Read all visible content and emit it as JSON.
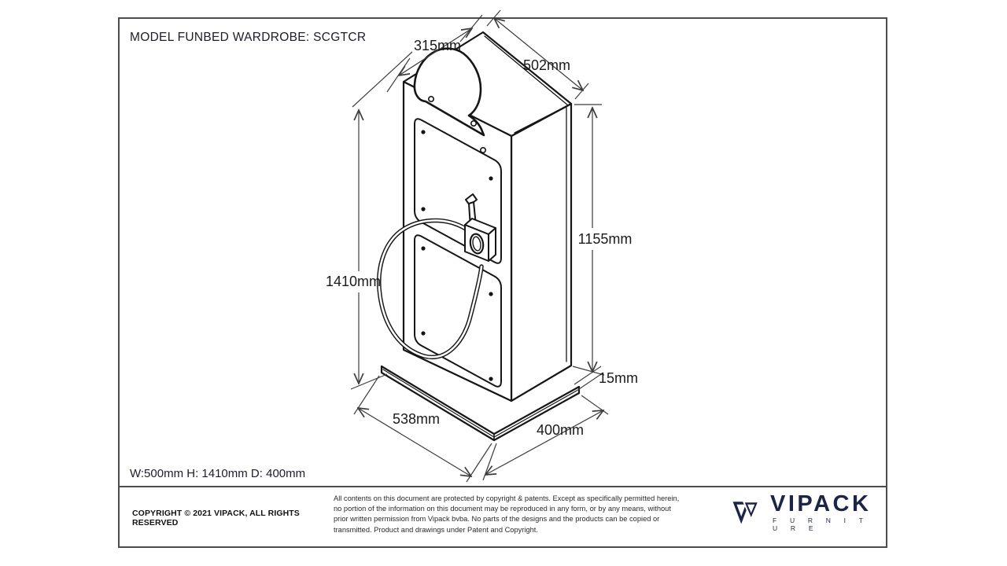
{
  "sheet": {
    "title": "MODEL FUNBED WARDROBE: SCGTCR",
    "summary_dimensions": "W:500mm H: 1410mm D: 400mm"
  },
  "dimensions": {
    "crest_width": "315mm",
    "top_width": "502mm",
    "body_height": "1155mm",
    "total_height": "1410mm",
    "base_thickness": "15mm",
    "base_width": "538mm",
    "base_depth": "400mm"
  },
  "footer": {
    "copyright": "COPYRIGHT  © 2021 VIPACK, ALL RIGHTS RESERVED",
    "legal_lines": [
      "All contents on this document are protected by copyright & patents. Except as specifically permitted herein,",
      "no portion of the information on this document may be reproduced in any form, or by any means, without",
      "prior written permission from Vipack bvba. No parts of the designs and the products can be copied or",
      "transmitted. Product and drawings under Patent and Copyright."
    ],
    "logo": {
      "brand": "VIPACK",
      "tagline": "F U R N I T U R E"
    }
  },
  "colors": {
    "line": "#161616",
    "dim_line": "#3d3d3d",
    "brand_navy": "#1d2547"
  }
}
